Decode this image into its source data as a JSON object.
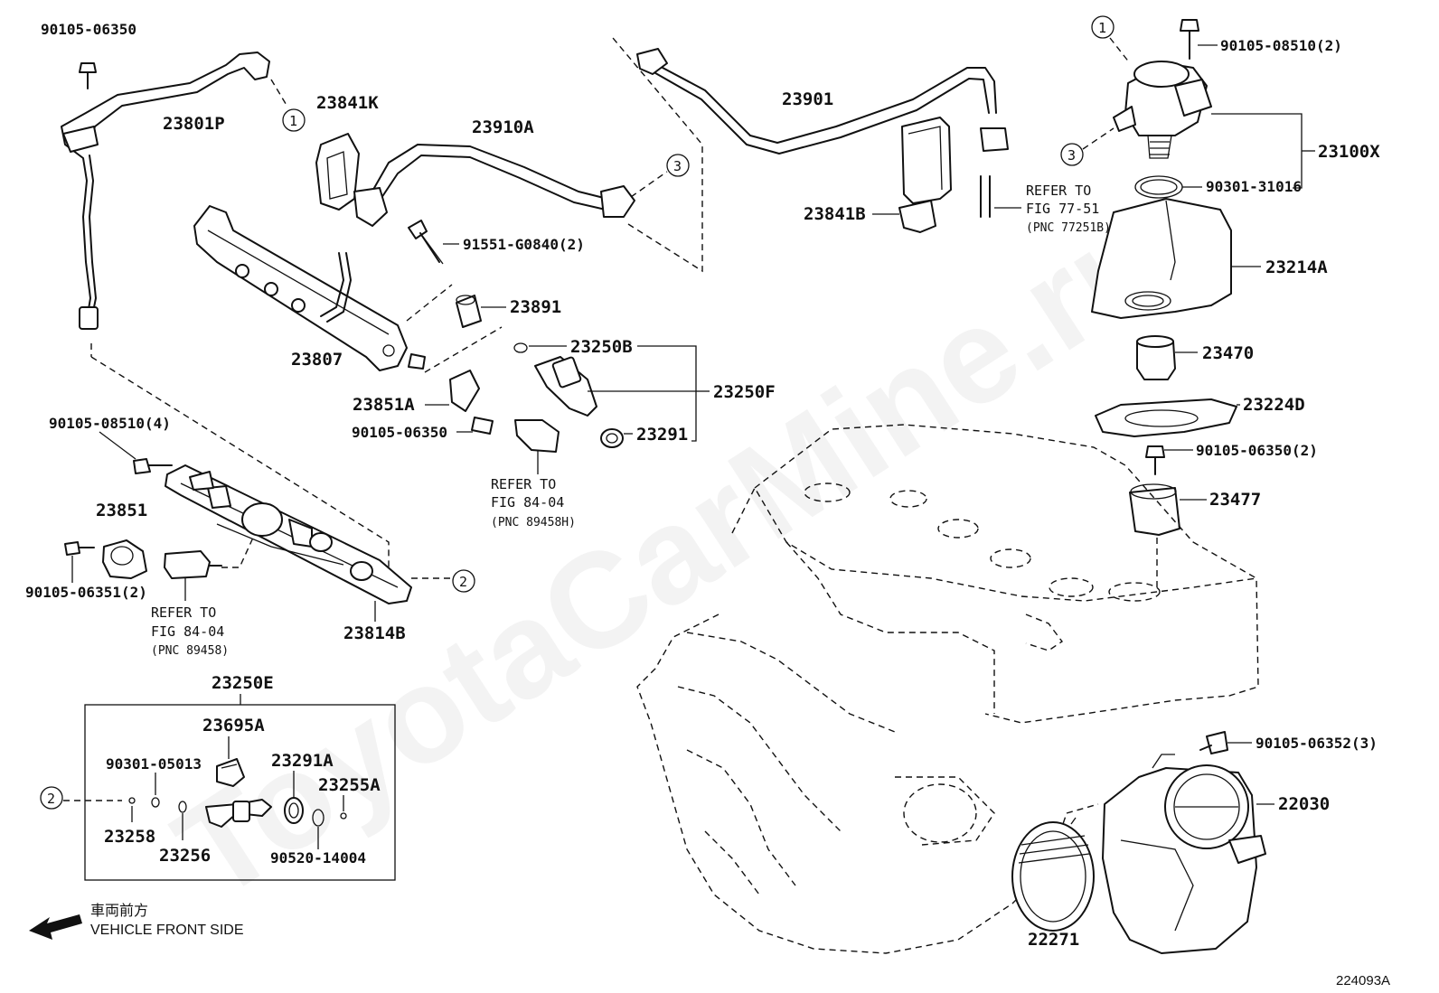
{
  "watermark": "ToyotaCarMine.ru",
  "figure_code": "224093A",
  "front_note": {
    "jp": "車両前方",
    "en": "VEHICLE FRONT SIDE"
  },
  "ref_circles": [
    "1",
    "2",
    "3"
  ],
  "parts": {
    "p_90105_06350_top": "90105-06350",
    "p_23801P": "23801P",
    "p_23841K": "23841K",
    "p_23910A": "23910A",
    "p_23901": "23901",
    "p_23841B": "23841B",
    "p_90105_08510_2": "90105-08510(2)",
    "p_23100X": "23100X",
    "p_90301_31016": "90301-31016",
    "p_23214A": "23214A",
    "p_91551_G0840": "91551-G0840(2)",
    "p_23891": "23891",
    "p_23807": "23807",
    "p_23250B": "23250B",
    "p_23250F": "23250F",
    "p_23851A": "23851A",
    "p_90105_06350_mid": "90105-06350",
    "p_23291": "23291",
    "p_23470": "23470",
    "p_23224D": "23224D",
    "p_90105_06350_2": "90105-06350(2)",
    "p_23477": "23477",
    "p_90105_08510_4": "90105-08510(4)",
    "p_23851": "23851",
    "p_90105_06351": "90105-06351(2)",
    "p_23814B": "23814B",
    "p_23250E": "23250E",
    "p_23695A": "23695A",
    "p_90301_05013": "90301-05013",
    "p_23291A": "23291A",
    "p_23255A": "23255A",
    "p_23258": "23258",
    "p_23256": "23256",
    "p_90520_14004": "90520-14004",
    "p_90105_06352": "90105-06352(3)",
    "p_22030": "22030",
    "p_22271": "22271"
  },
  "refer_notes": {
    "fig7751": {
      "l1": "REFER TO",
      "l2": "FIG 77-51",
      "l3": "(PNC 77251B)"
    },
    "fig8404_a": {
      "l1": "REFER TO",
      "l2": "FIG 84-04",
      "l3": "(PNC 89458H)"
    },
    "fig8404_b": {
      "l1": "REFER TO",
      "l2": "FIG 84-04",
      "l3": "(PNC 89458)"
    }
  }
}
